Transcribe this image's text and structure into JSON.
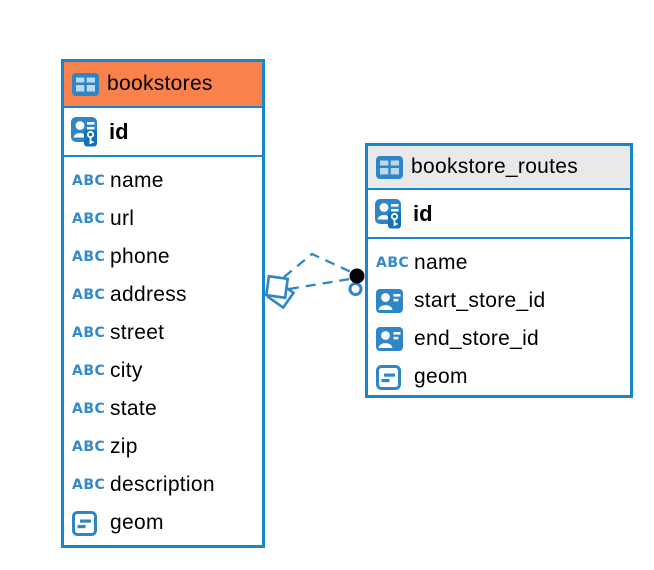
{
  "icons": {
    "text_glyph": "ABC"
  },
  "colors": {
    "table_border_blue": "#1787C9",
    "icon_blue": "#2F86C6",
    "abc_blue": "#3589C9",
    "bookstores_header_orange": "#F8814C",
    "routes_header_gray": "#E9E9E9",
    "relation_line_blue": "#2F86C6",
    "relation_dot_black": "#000000",
    "text": "#000000"
  },
  "tables": [
    {
      "name": "bookstores",
      "header_style": "orange-highlight",
      "columns": [
        {
          "name": "id",
          "type": "primary-key"
        },
        {
          "name": "name",
          "type": "text"
        },
        {
          "name": "url",
          "type": "text"
        },
        {
          "name": "phone",
          "type": "text"
        },
        {
          "name": "address",
          "type": "text"
        },
        {
          "name": "street",
          "type": "text"
        },
        {
          "name": "city",
          "type": "text"
        },
        {
          "name": "state",
          "type": "text"
        },
        {
          "name": "zip",
          "type": "text"
        },
        {
          "name": "description",
          "type": "text"
        },
        {
          "name": "geom",
          "type": "geometry"
        }
      ]
    },
    {
      "name": "bookstore_routes",
      "header_style": "gray",
      "columns": [
        {
          "name": "id",
          "type": "primary-key"
        },
        {
          "name": "name",
          "type": "text"
        },
        {
          "name": "start_store_id",
          "type": "reference"
        },
        {
          "name": "end_store_id",
          "type": "reference"
        },
        {
          "name": "geom",
          "type": "geometry"
        }
      ]
    }
  ],
  "relations": [
    {
      "from_table": "bookstore_routes",
      "from_column": "start_store_id",
      "to_table": "bookstores",
      "to_column": "id",
      "style": "dashed"
    },
    {
      "from_table": "bookstore_routes",
      "from_column": "end_store_id",
      "to_table": "bookstores",
      "to_column": "id",
      "style": "dashed"
    }
  ]
}
